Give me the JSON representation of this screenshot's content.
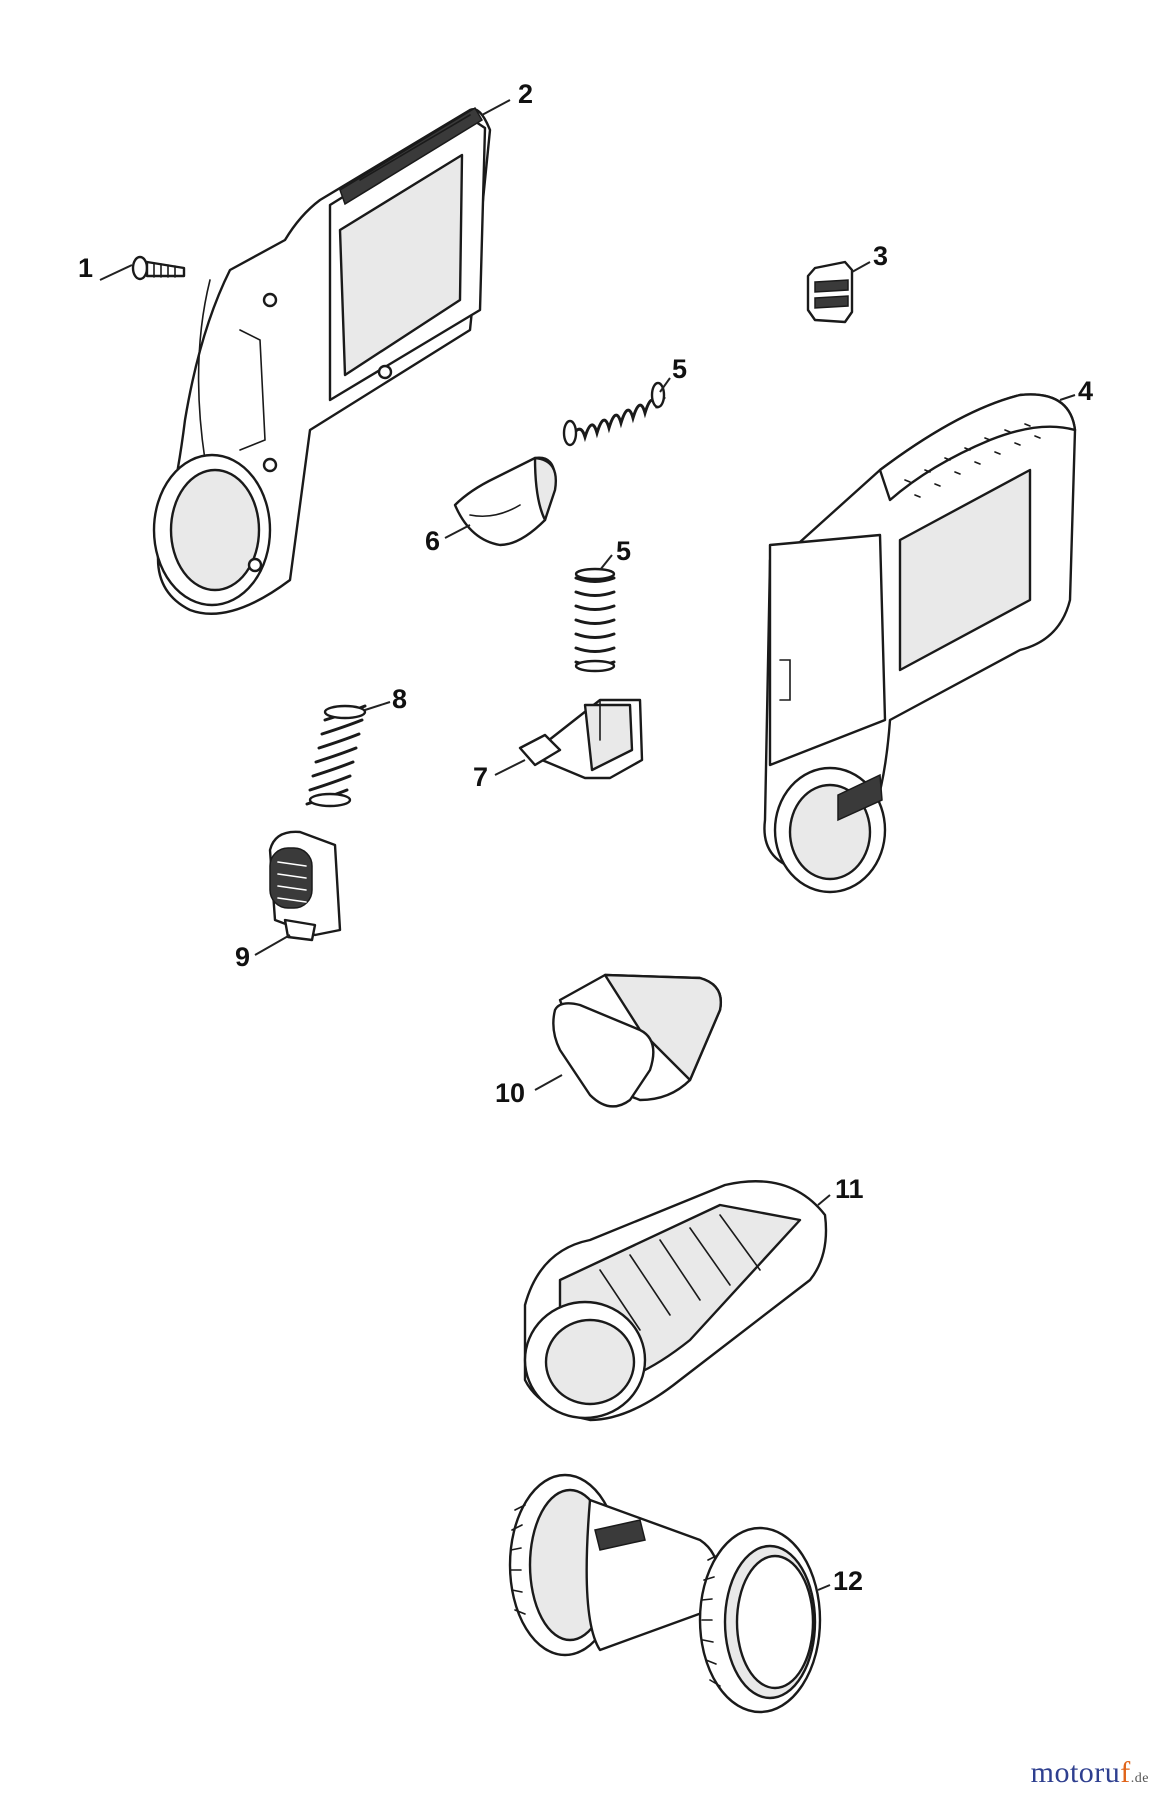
{
  "callouts": [
    {
      "id": "1",
      "label": "1"
    },
    {
      "id": "2",
      "label": "2"
    },
    {
      "id": "3",
      "label": "3"
    },
    {
      "id": "4",
      "label": "4"
    },
    {
      "id": "5a",
      "label": "5"
    },
    {
      "id": "5b",
      "label": "5"
    },
    {
      "id": "6",
      "label": "6"
    },
    {
      "id": "7",
      "label": "7"
    },
    {
      "id": "8",
      "label": "8"
    },
    {
      "id": "9",
      "label": "9"
    },
    {
      "id": "10",
      "label": "10"
    },
    {
      "id": "11",
      "label": "11"
    },
    {
      "id": "12",
      "label": "12"
    }
  ],
  "watermark": {
    "main": "motoru",
    "accent": "f",
    "tld": ".de",
    "main_color": "#2e3f8f",
    "accent_color": "#e0641a"
  }
}
